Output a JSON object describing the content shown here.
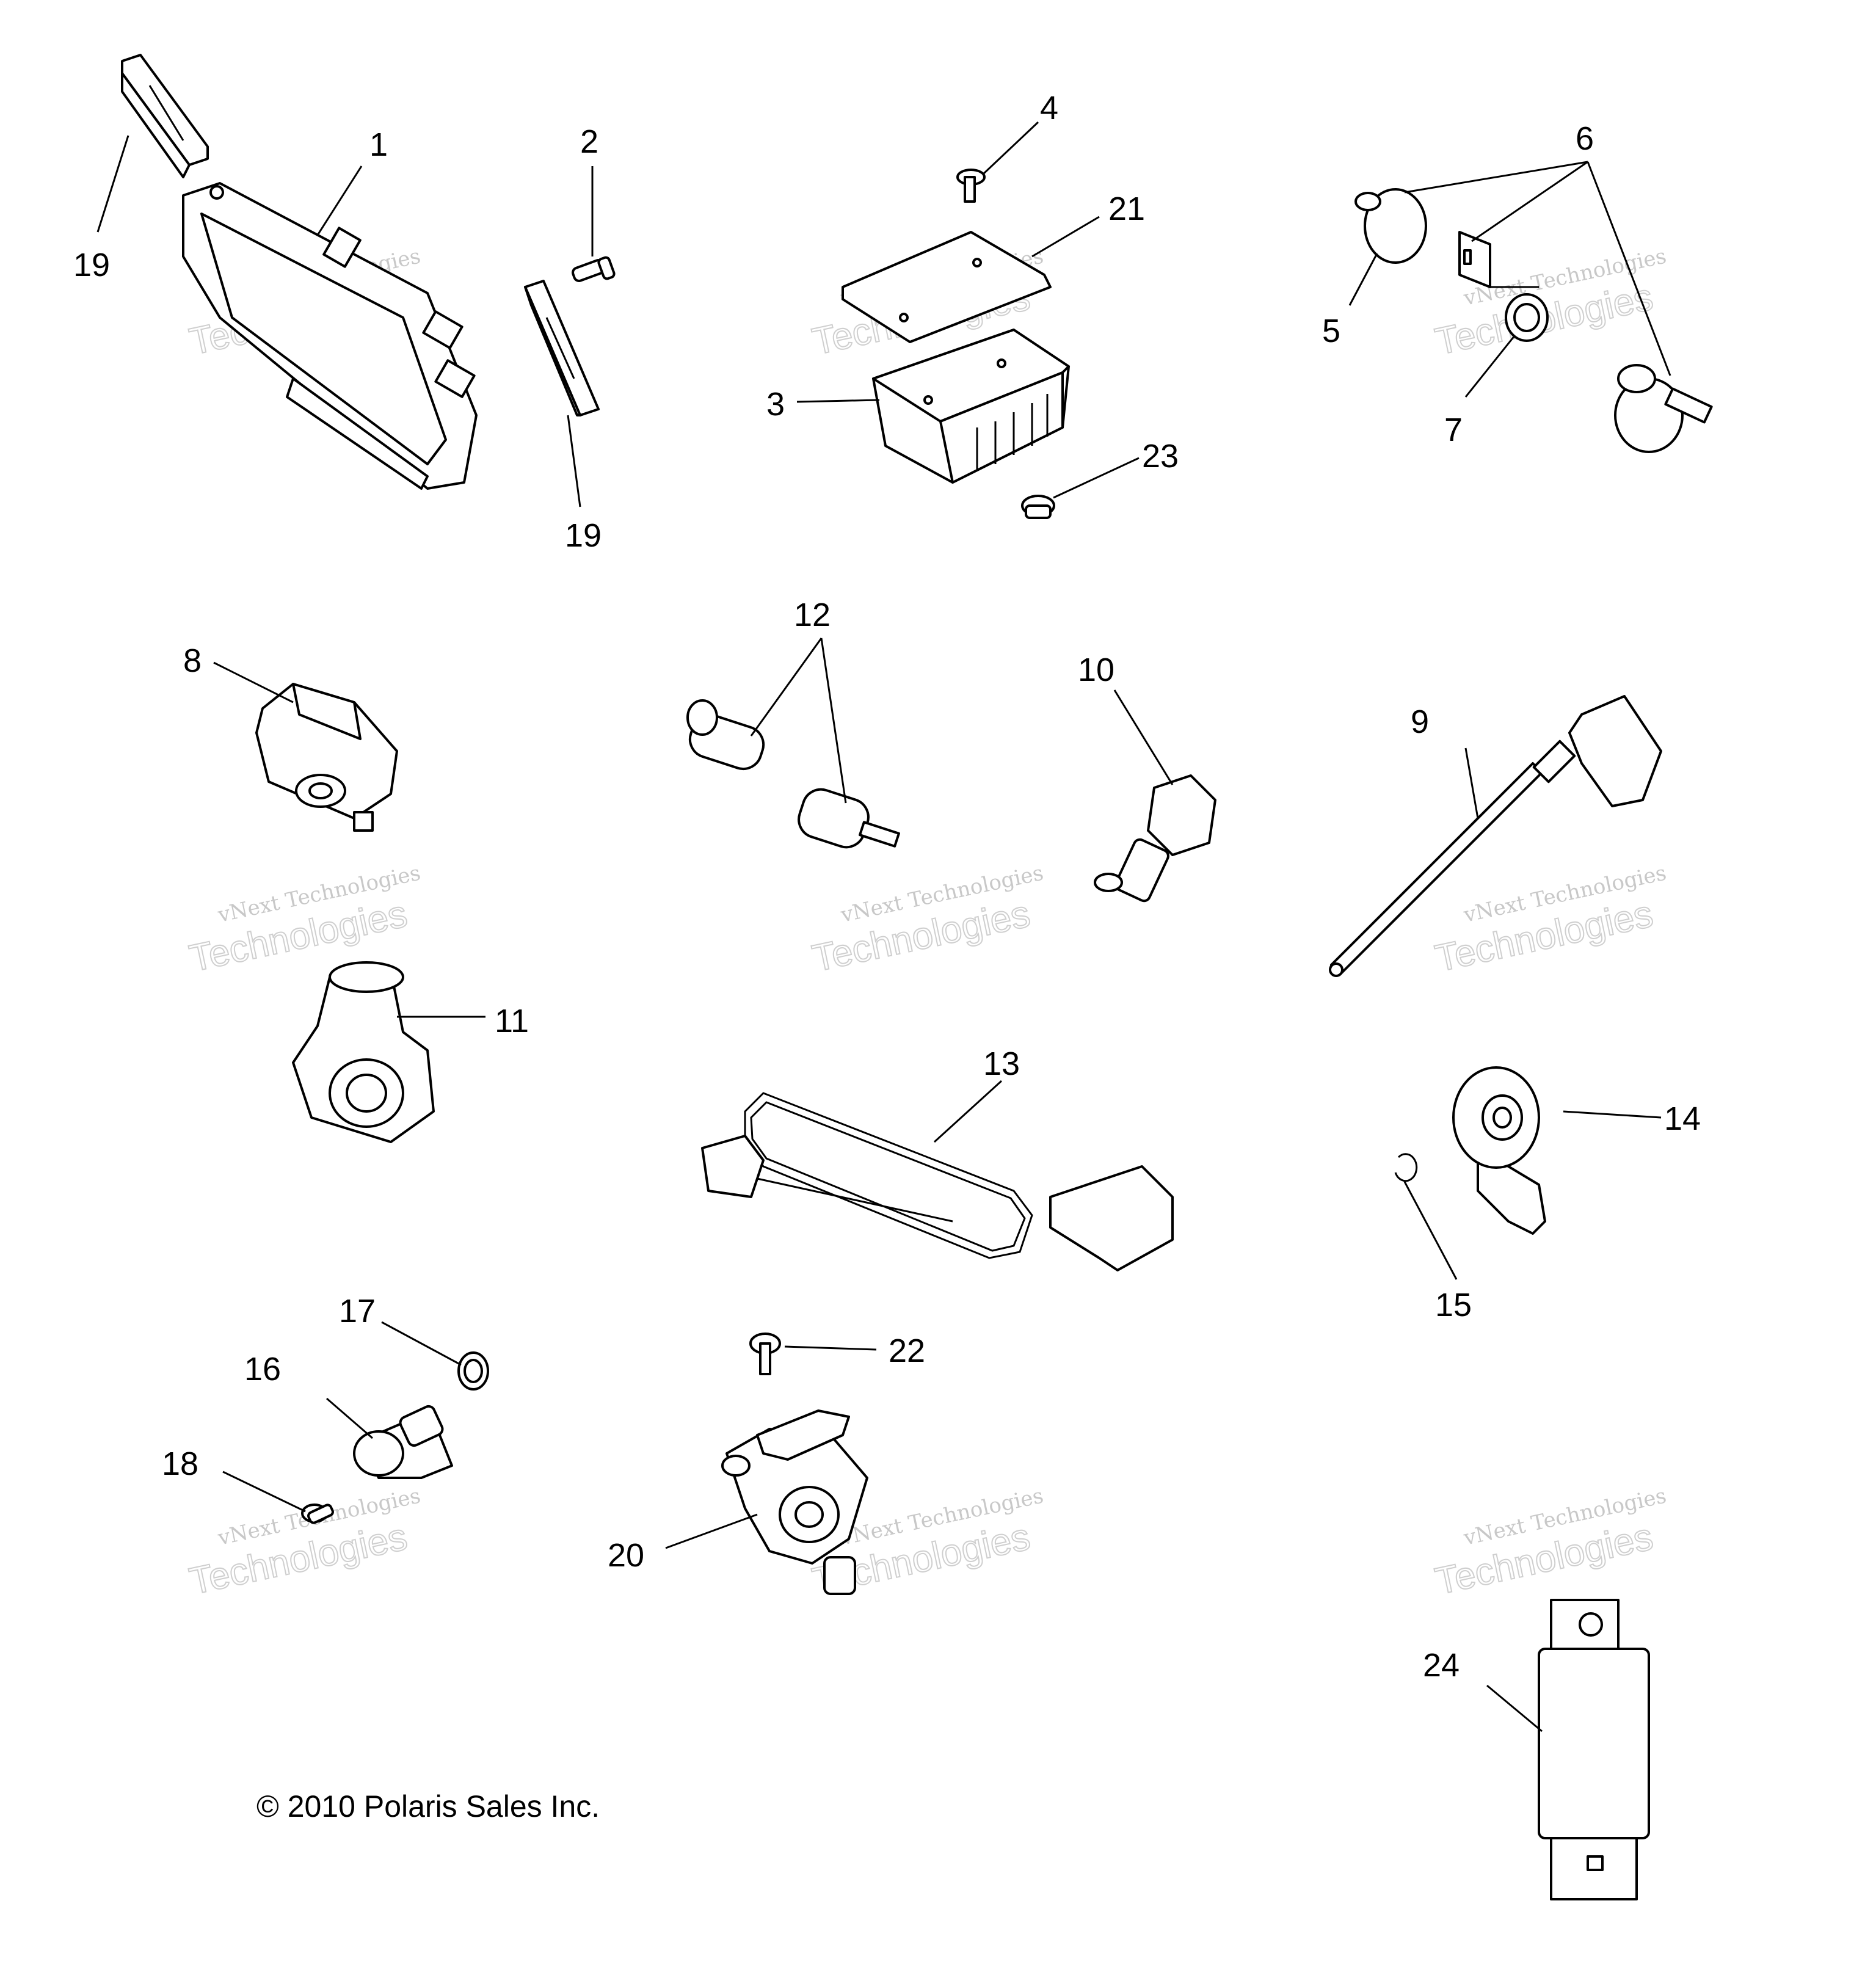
{
  "diagram": {
    "copyright": "© 2010 Polaris Sales Inc.",
    "watermark": {
      "line1": "vNext Technologies",
      "line2": "Technologies"
    },
    "callouts": [
      "1",
      "2",
      "3",
      "4",
      "5",
      "6",
      "7",
      "8",
      "9",
      "10",
      "11",
      "12",
      "13",
      "14",
      "15",
      "16",
      "17",
      "18",
      "19",
      "19",
      "20",
      "21",
      "22",
      "23",
      "24"
    ]
  }
}
